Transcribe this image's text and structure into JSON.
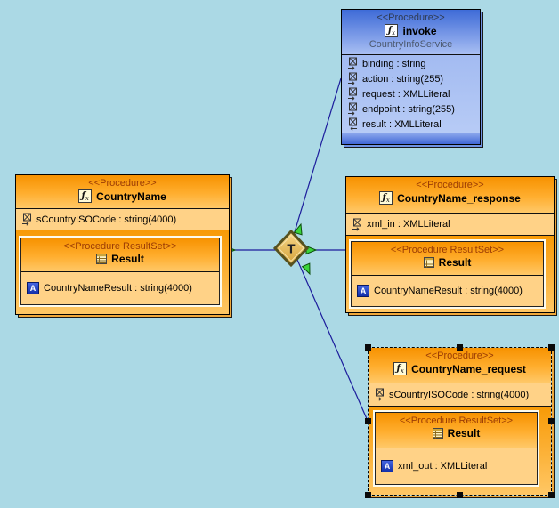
{
  "colors": {
    "canvas_background": "#abd9e5",
    "procedure_orange": "#f79200",
    "procedure_orange_light": "#ffd287",
    "procedure_blue": "#3e6bd7",
    "procedure_blue_light": "#a9bff2",
    "stereotype_orange_text": "#9b3c05",
    "stereotype_blue_text": "#2e3a52",
    "connector_line": "#1c1c9c",
    "arrow_green": "#3ad43a",
    "transform_fill": "#eec05e",
    "transform_border": "#56511f"
  },
  "icon_glyphs": {
    "function": "ƒ",
    "function_sub": "x",
    "column": "A"
  },
  "transform_node": {
    "label": "T"
  },
  "boxes": [
    {
      "id": "invoke",
      "stereotype": "<<Procedure>>",
      "title": "invoke",
      "subtitle": "CountryInfoService",
      "attributes": [
        {
          "icon": "param-in-icon",
          "text": "binding : string"
        },
        {
          "icon": "param-in-icon",
          "text": "action : string(255)"
        },
        {
          "icon": "param-in-icon",
          "text": "request : XMLLiteral"
        },
        {
          "icon": "param-in-icon",
          "text": "endpoint : string(255)"
        },
        {
          "icon": "param-out-icon",
          "text": "result : XMLLiteral"
        }
      ]
    },
    {
      "id": "CountryName",
      "stereotype": "<<Procedure>>",
      "title": "CountryName",
      "attributes": [
        {
          "icon": "param-in-icon",
          "text": "sCountryISOCode : string(4000)"
        }
      ],
      "resultset": {
        "stereotype": "<<Procedure ResultSet>>",
        "title": "Result",
        "attributes": [
          {
            "icon": "column-icon",
            "text": "CountryNameResult : string(4000)"
          }
        ]
      }
    },
    {
      "id": "CountryName_response",
      "stereotype": "<<Procedure>>",
      "title": "CountryName_response",
      "attributes": [
        {
          "icon": "param-in-icon",
          "text": "xml_in : XMLLiteral"
        }
      ],
      "resultset": {
        "stereotype": "<<Procedure ResultSet>>",
        "title": "Result",
        "attributes": [
          {
            "icon": "column-icon",
            "text": "CountryNameResult : string(4000)"
          }
        ]
      }
    },
    {
      "id": "CountryName_request",
      "stereotype": "<<Procedure>>",
      "title": "CountryName_request",
      "selected": true,
      "attributes": [
        {
          "icon": "param-in-icon",
          "text": "sCountryISOCode : string(4000)"
        }
      ],
      "resultset": {
        "stereotype": "<<Procedure ResultSet>>",
        "title": "Result",
        "attributes": [
          {
            "icon": "column-icon",
            "text": "xml_out : XMLLiteral"
          }
        ]
      }
    }
  ],
  "connections": [
    {
      "from": "invoke",
      "to": "transform"
    },
    {
      "from": "transform",
      "to": "CountryName"
    },
    {
      "from": "CountryName_response",
      "to": "transform"
    },
    {
      "from": "CountryName_request",
      "to": "transform"
    }
  ]
}
